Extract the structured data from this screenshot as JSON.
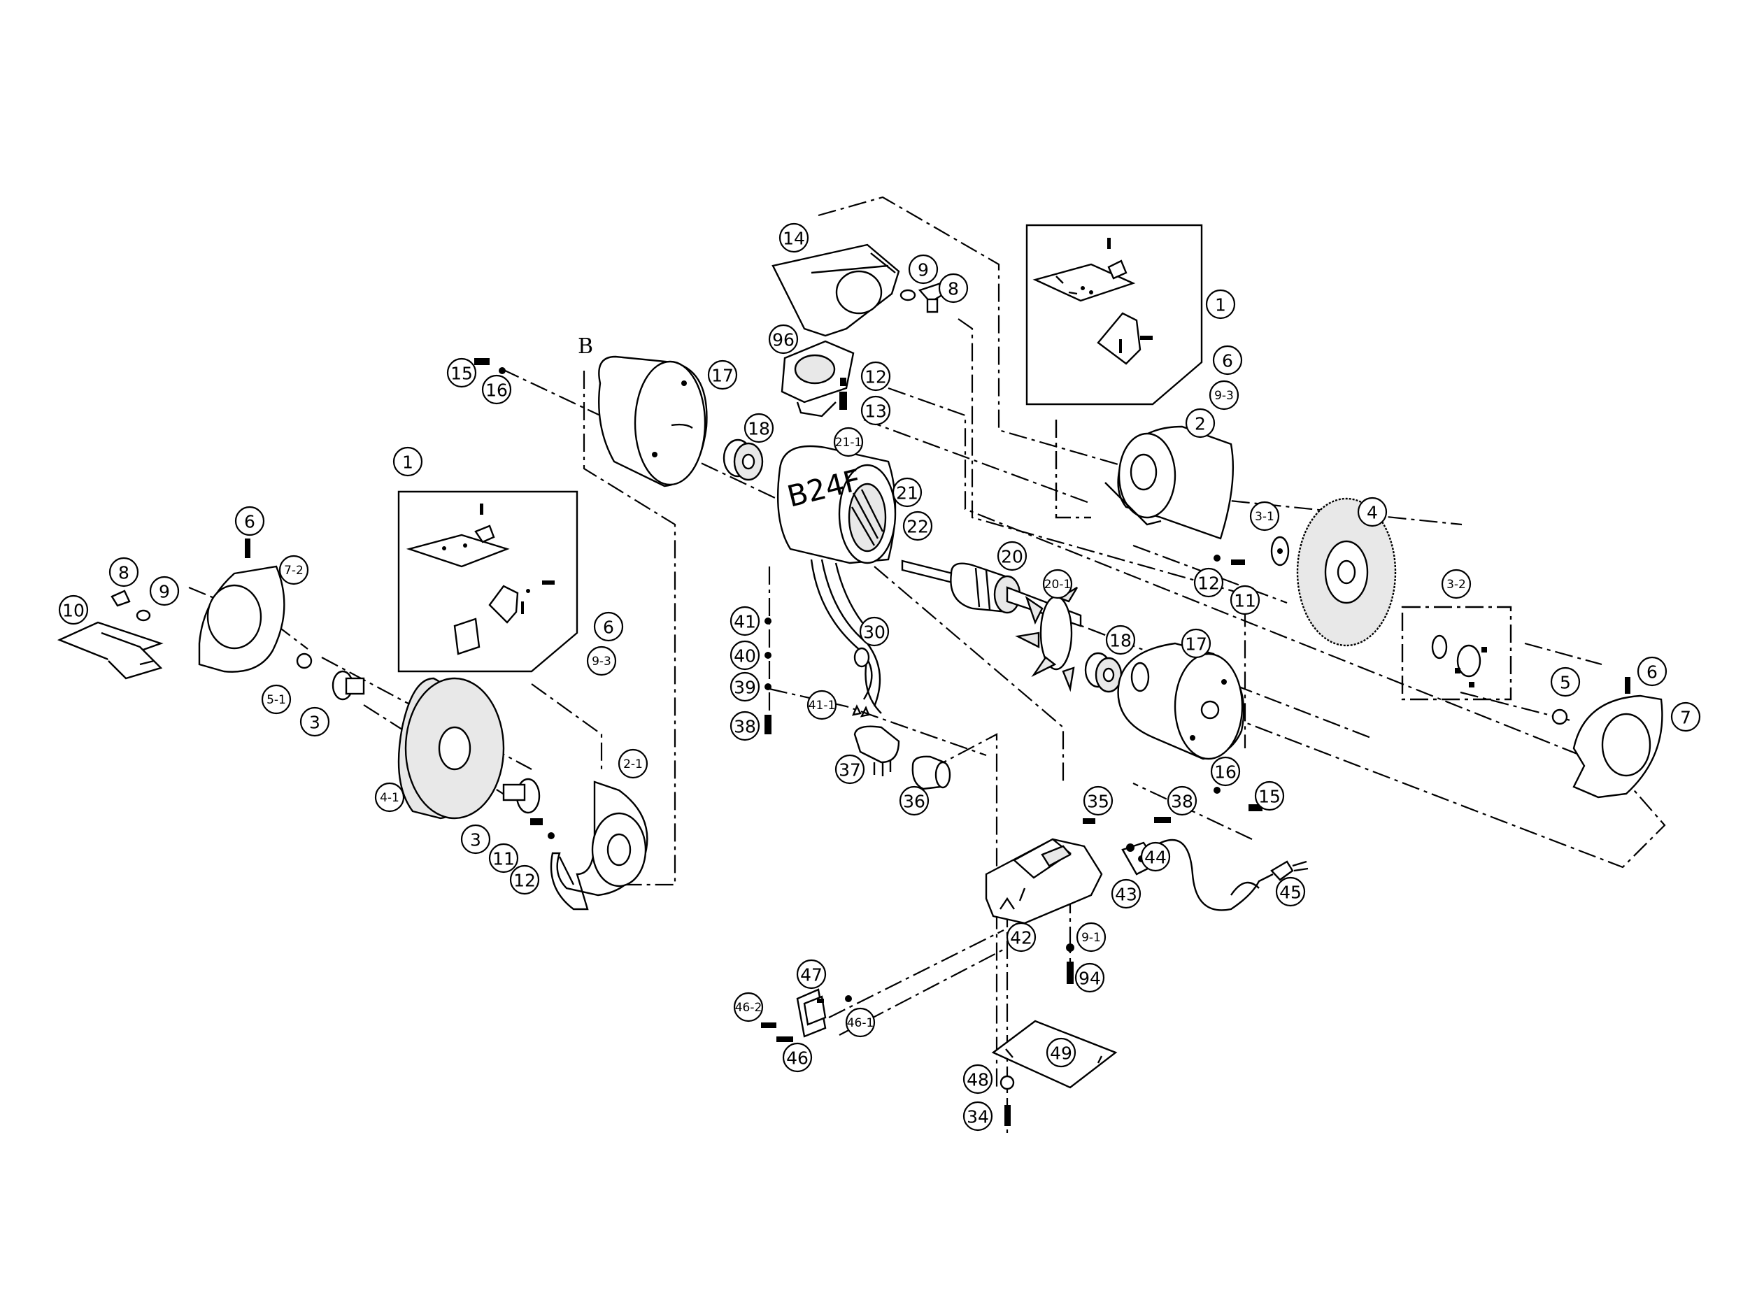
{
  "diagram": {
    "section_label": "B",
    "motor_label": "B24F",
    "callouts": [
      {
        "id": "c14",
        "label": "14"
      },
      {
        "id": "c9a",
        "label": "9"
      },
      {
        "id": "c8a",
        "label": "8"
      },
      {
        "id": "c96",
        "label": "96"
      },
      {
        "id": "c12a",
        "label": "12"
      },
      {
        "id": "c13",
        "label": "13"
      },
      {
        "id": "c15a",
        "label": "15"
      },
      {
        "id": "c16a",
        "label": "16"
      },
      {
        "id": "c17a",
        "label": "17"
      },
      {
        "id": "c18a",
        "label": "18"
      },
      {
        "id": "c21-1",
        "label": "21-1"
      },
      {
        "id": "c21",
        "label": "21"
      },
      {
        "id": "c22",
        "label": "22"
      },
      {
        "id": "c1r",
        "label": "1"
      },
      {
        "id": "c6r",
        "label": "6"
      },
      {
        "id": "c9-3r",
        "label": "9-3"
      },
      {
        "id": "c2",
        "label": "2"
      },
      {
        "id": "c3-1",
        "label": "3-1"
      },
      {
        "id": "c4",
        "label": "4"
      },
      {
        "id": "c12b",
        "label": "12"
      },
      {
        "id": "c11b",
        "label": "11"
      },
      {
        "id": "c3-2",
        "label": "3-2"
      },
      {
        "id": "c5",
        "label": "5"
      },
      {
        "id": "c6far",
        "label": "6"
      },
      {
        "id": "c7",
        "label": "7"
      },
      {
        "id": "c1l",
        "label": "1"
      },
      {
        "id": "c6l",
        "label": "6"
      },
      {
        "id": "c9-3l",
        "label": "9-3"
      },
      {
        "id": "c6ll",
        "label": "6"
      },
      {
        "id": "c7-2",
        "label": "7-2"
      },
      {
        "id": "c8l",
        "label": "8"
      },
      {
        "id": "c9l",
        "label": "9"
      },
      {
        "id": "c10",
        "label": "10"
      },
      {
        "id": "c5-1",
        "label": "5-1"
      },
      {
        "id": "c3a",
        "label": "3"
      },
      {
        "id": "c4-1",
        "label": "4-1"
      },
      {
        "id": "c3b",
        "label": "3"
      },
      {
        "id": "c11a",
        "label": "11"
      },
      {
        "id": "c12c",
        "label": "12"
      },
      {
        "id": "c2-1",
        "label": "2-1"
      },
      {
        "id": "c20",
        "label": "20"
      },
      {
        "id": "c20-1",
        "label": "20-1"
      },
      {
        "id": "c18b",
        "label": "18"
      },
      {
        "id": "c17b",
        "label": "17"
      },
      {
        "id": "c16b",
        "label": "16"
      },
      {
        "id": "c15b",
        "label": "15"
      },
      {
        "id": "c41",
        "label": "41"
      },
      {
        "id": "c40",
        "label": "40"
      },
      {
        "id": "c39",
        "label": "39"
      },
      {
        "id": "c38a",
        "label": "38"
      },
      {
        "id": "c30",
        "label": "30"
      },
      {
        "id": "c41-1",
        "label": "41-1"
      },
      {
        "id": "c37",
        "label": "37"
      },
      {
        "id": "c36",
        "label": "36"
      },
      {
        "id": "c35",
        "label": "35"
      },
      {
        "id": "c38b",
        "label": "38"
      },
      {
        "id": "c44",
        "label": "44"
      },
      {
        "id": "c43",
        "label": "43"
      },
      {
        "id": "c45",
        "label": "45"
      },
      {
        "id": "c42",
        "label": "42"
      },
      {
        "id": "c9-1",
        "label": "9-1"
      },
      {
        "id": "c94",
        "label": "94"
      },
      {
        "id": "c47",
        "label": "47"
      },
      {
        "id": "c46-2",
        "label": "46-2"
      },
      {
        "id": "c46-1",
        "label": "46-1"
      },
      {
        "id": "c46",
        "label": "46"
      },
      {
        "id": "c49",
        "label": "49"
      },
      {
        "id": "c48",
        "label": "48"
      },
      {
        "id": "c34",
        "label": "34"
      }
    ]
  }
}
